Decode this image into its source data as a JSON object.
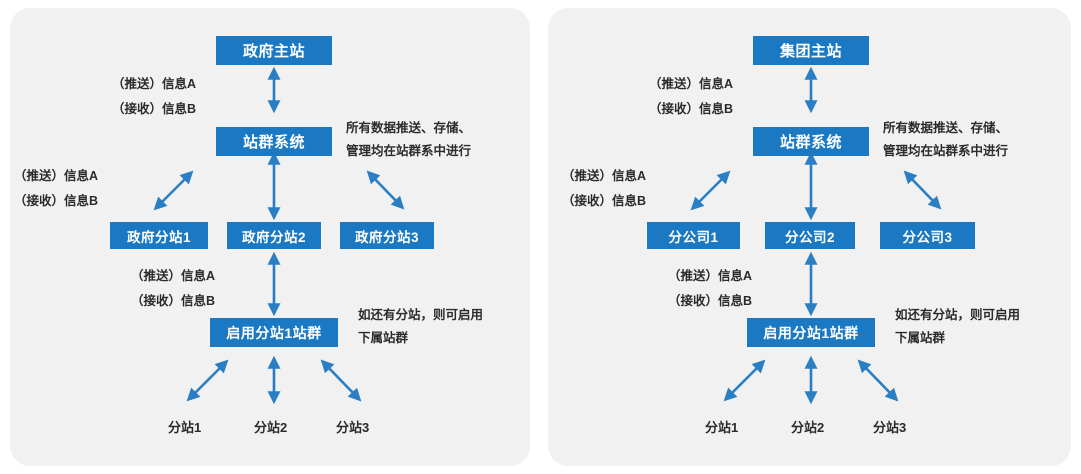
{
  "diagram": {
    "accent_color": "#1b79c3",
    "panel_bg": "#f1f1f1",
    "text_color": "#2b2b2b",
    "page_bg": "#ffffff"
  },
  "panels": [
    {
      "id": "government",
      "main_site": "政府主站",
      "cluster_system": "站群系统",
      "branches": [
        "政府分站1",
        "政府分站2",
        "政府分站3"
      ],
      "sub_cluster": "启用分站1站群",
      "leaves": [
        "分站1",
        "分站2",
        "分站3"
      ],
      "labels": {
        "top_push": "（推送）信息A",
        "top_receive": "（接收）信息B",
        "mid_push": "（推送）信息A",
        "mid_receive": "（接收）信息B",
        "low_push": "（推送）信息A",
        "low_receive": "（接收）信息B"
      },
      "notes": {
        "storage_line1": "所有数据推送、存储、",
        "storage_line2": "管理均在站群系中进行",
        "subsite_line1": "如还有分站，则可启用",
        "subsite_line2": "下属站群"
      }
    },
    {
      "id": "group",
      "main_site": "集团主站",
      "cluster_system": "站群系统",
      "branches": [
        "分公司1",
        "分公司2",
        "分公司3"
      ],
      "sub_cluster": "启用分站1站群",
      "leaves": [
        "分站1",
        "分站2",
        "分站3"
      ],
      "labels": {
        "top_push": "（推送）信息A",
        "top_receive": "（接收）信息B",
        "mid_push": "（推送）信息A",
        "mid_receive": "（接收）信息B",
        "low_push": "（推送）信息A",
        "low_receive": "（接收）信息B"
      },
      "notes": {
        "storage_line1": "所有数据推送、存储、",
        "storage_line2": "管理均在站群系中进行",
        "subsite_line1": "如还有分站，则可启用",
        "subsite_line2": "下属站群"
      }
    }
  ]
}
